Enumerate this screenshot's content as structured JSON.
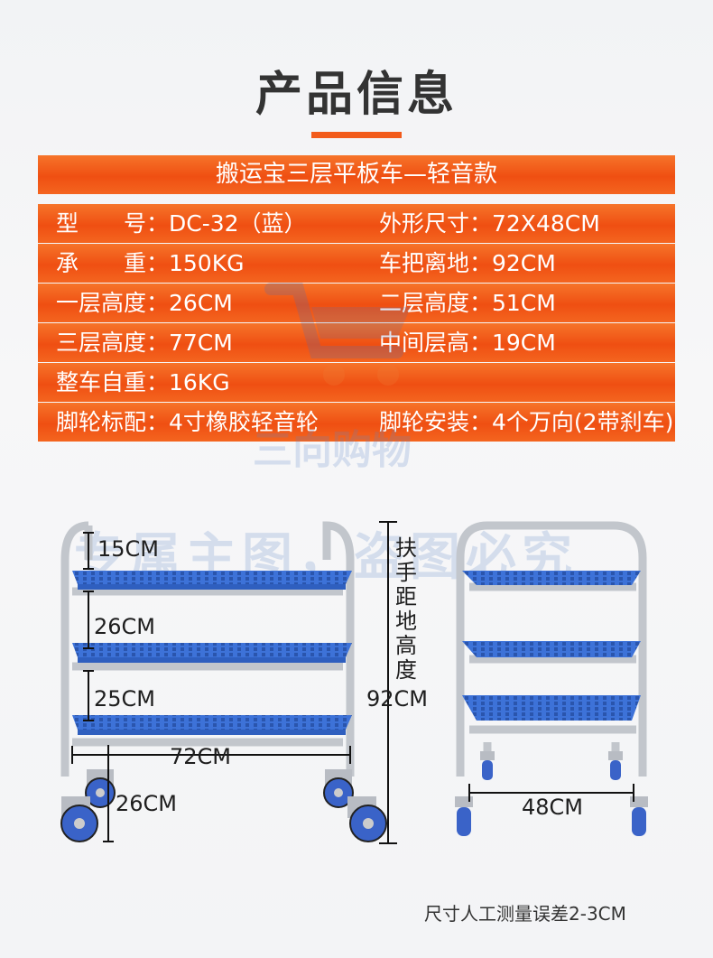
{
  "title": "产品信息",
  "table": {
    "header": "搬运宝三层平板车—轻音款",
    "rows": [
      {
        "left": "型　　号：DC-32（蓝）",
        "right": "外形尺寸：72X48CM"
      },
      {
        "left": "承　　重：150KG",
        "right": "车把离地：92CM"
      },
      {
        "left": "一层高度：26CM",
        "right": "二层高度：51CM"
      },
      {
        "left": "三层高度：77CM",
        "right": "中间层高：19CM"
      },
      {
        "left": "整车自重：16KG",
        "right": ""
      },
      {
        "left": "脚轮标配：4寸橡胶轻音轮",
        "right": "脚轮安装：4个万向(2带刹车)"
      }
    ]
  },
  "watermarks": {
    "shop": "三向购物",
    "notice": "专属主图，盗图必究"
  },
  "dimensions": {
    "top_gap": "15CM",
    "mid_gap": "26CM",
    "bottom_gap": "25CM",
    "length": "72CM",
    "wheel_height": "26CM",
    "handle_label": "扶手距地高度",
    "handle_height": "92CM",
    "width": "48CM"
  },
  "note": "尺寸人工测量误差2-3CM",
  "colors": {
    "accent": "#f25a1a",
    "shelf": "#3b6fd6",
    "frame": "#c9ccd2"
  }
}
